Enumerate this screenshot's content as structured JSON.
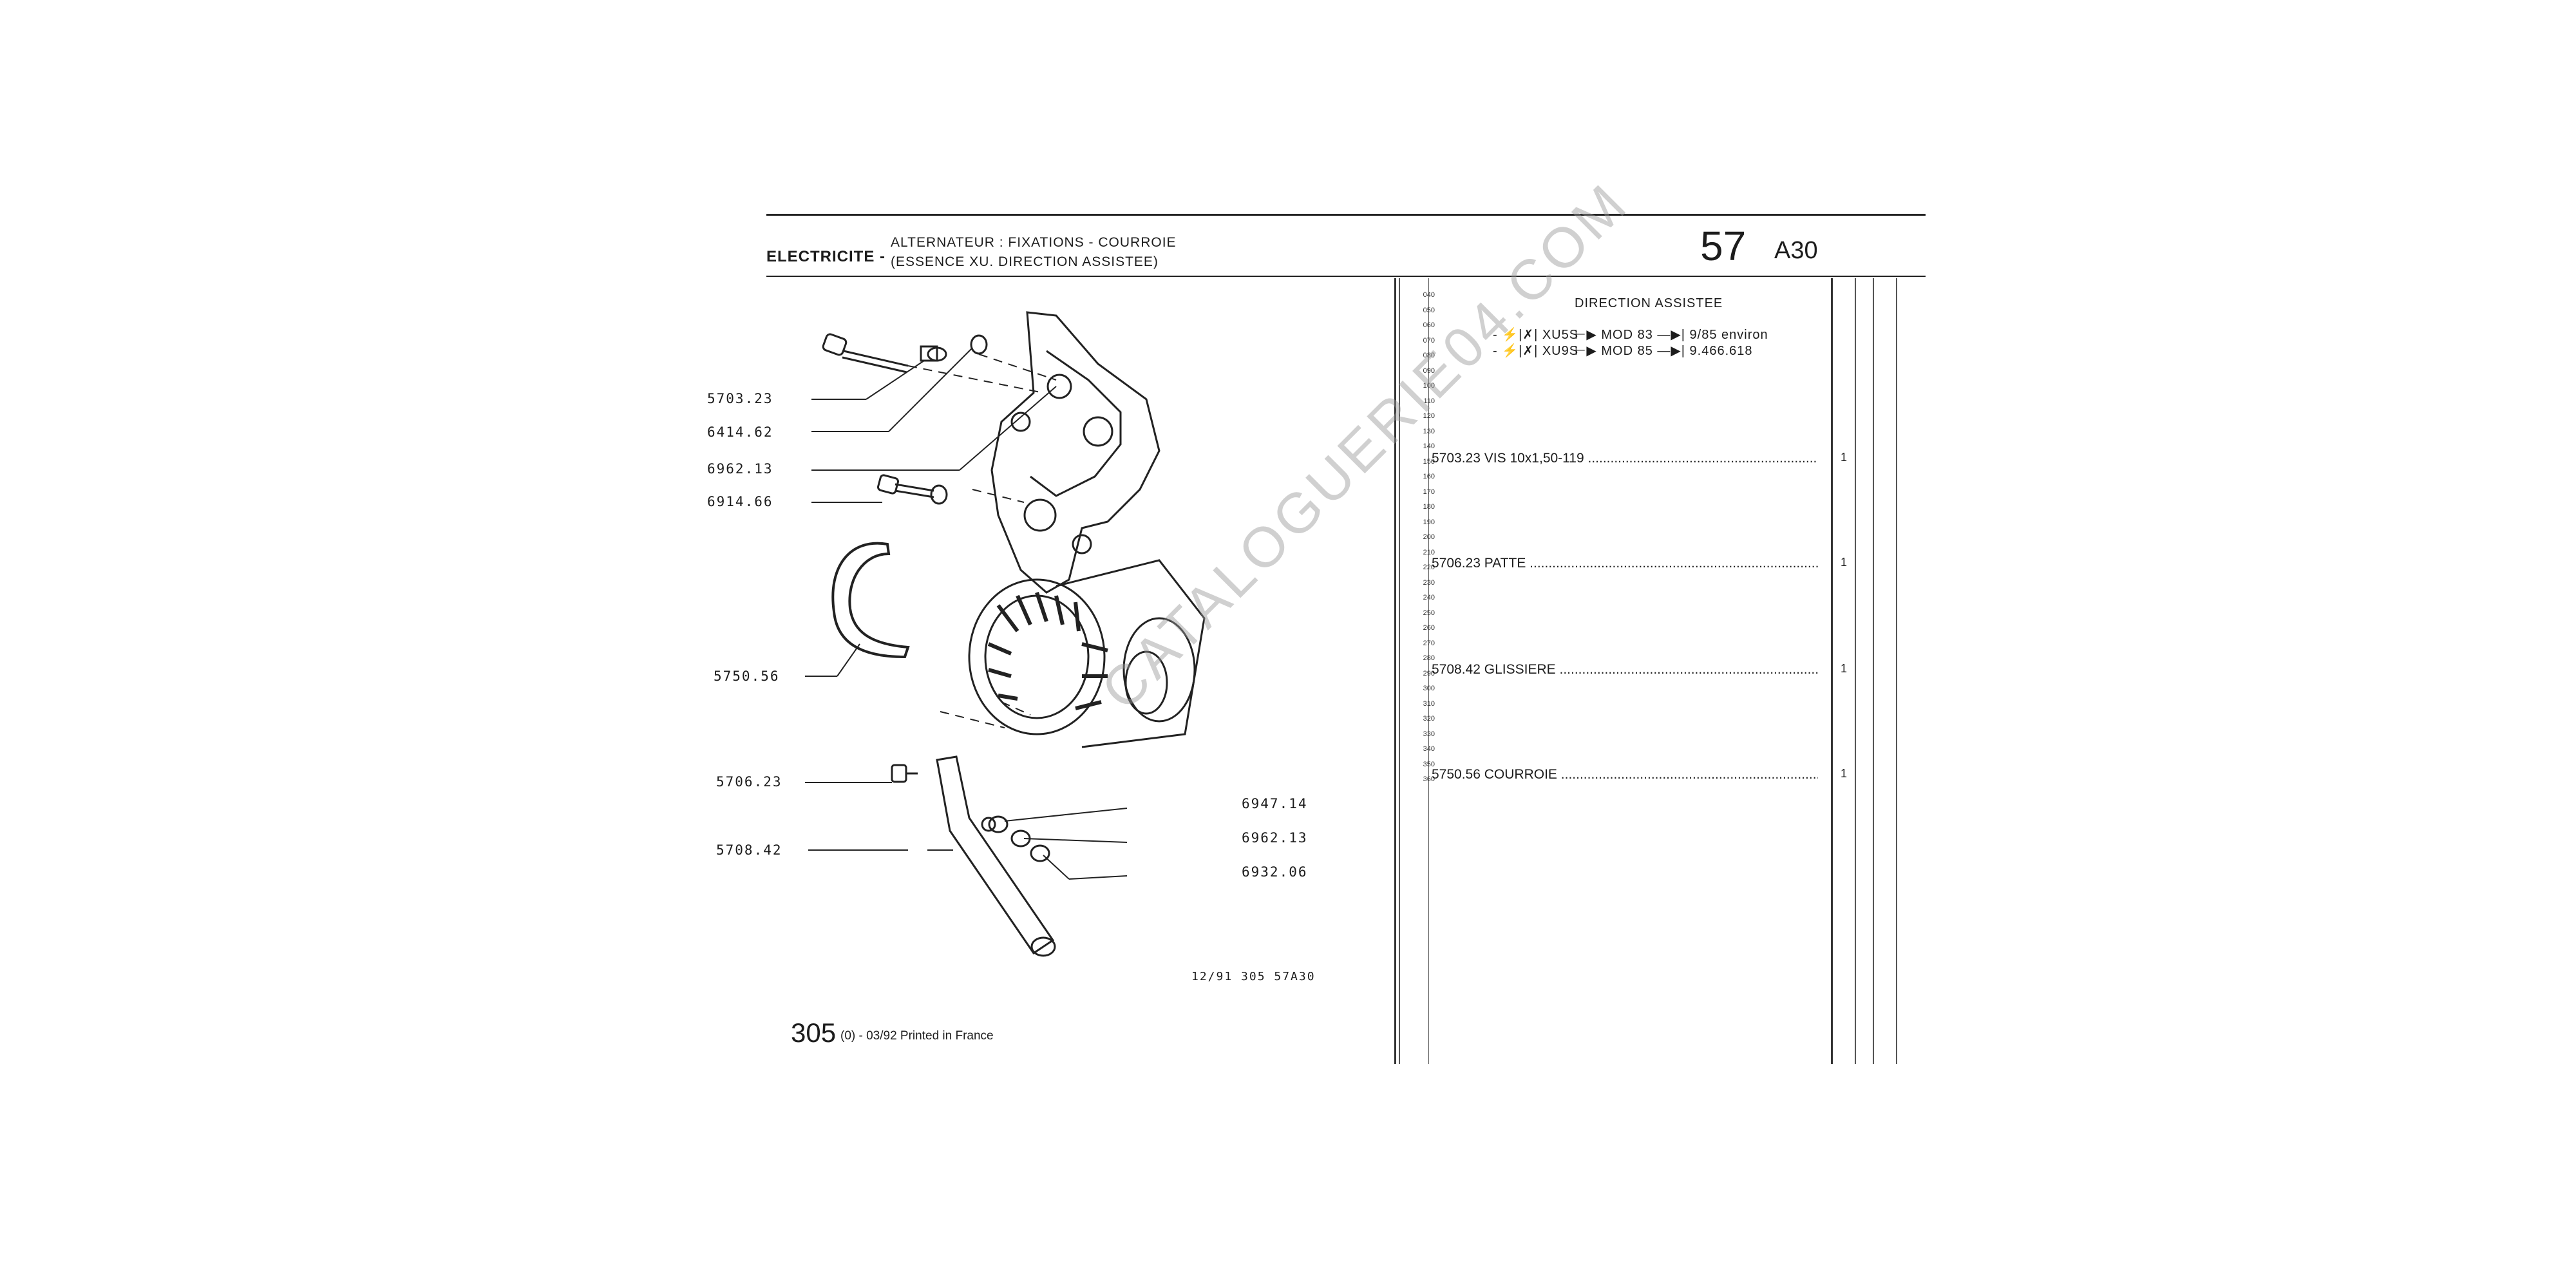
{
  "header": {
    "section": "ELECTRICITE -",
    "subtitle_line1": "ALTERNATEUR : FIXATIONS - COURROIE",
    "subtitle_line2": "(ESSENCE XU. DIRECTION ASSISTEE)",
    "page_number": "57",
    "page_ref": "A30"
  },
  "row_numbers": [
    "040",
    "050",
    "060",
    "070",
    "080",
    "090",
    "100",
    "110",
    "120",
    "130",
    "140",
    "150",
    "160",
    "170",
    "180",
    "190",
    "200",
    "210",
    "220",
    "230",
    "240",
    "250",
    "260",
    "270",
    "280",
    "290",
    "300",
    "310",
    "320",
    "330",
    "340",
    "350",
    "360"
  ],
  "group": {
    "title": "DIRECTION ASSISTEE",
    "applicability": [
      {
        "engine": "- ⚡|✗| XU5S",
        "mod": "MOD 83",
        "until": "9/85 environ"
      },
      {
        "engine": "- ⚡|✗| XU9S",
        "mod": "MOD 85",
        "until": "9.466.618"
      }
    ]
  },
  "parts": [
    {
      "ref": "5703.23",
      "name": "VIS 10x1,50-119",
      "qty": "1"
    },
    {
      "ref": "5706.23",
      "name": "PATTE",
      "qty": "1"
    },
    {
      "ref": "5708.42",
      "name": "GLISSIERE",
      "qty": "1"
    },
    {
      "ref": "5750.56",
      "name": "COURROIE",
      "qty": "1"
    }
  ],
  "diagram_labels": {
    "l1": "5703.23",
    "l2": "6414.62",
    "l3": "6962.13",
    "l4": "6914.66",
    "l5": "5750.56",
    "l6": "5706.23",
    "l7": "5708.42",
    "r1": "6947.14",
    "r2": "6962.13",
    "r3": "6932.06"
  },
  "footer": {
    "model": "305",
    "text": "(0) - 03/92 Printed in France",
    "code": "12/91  305  57A30"
  },
  "watermark": "CATALOGUERIE04.COM"
}
